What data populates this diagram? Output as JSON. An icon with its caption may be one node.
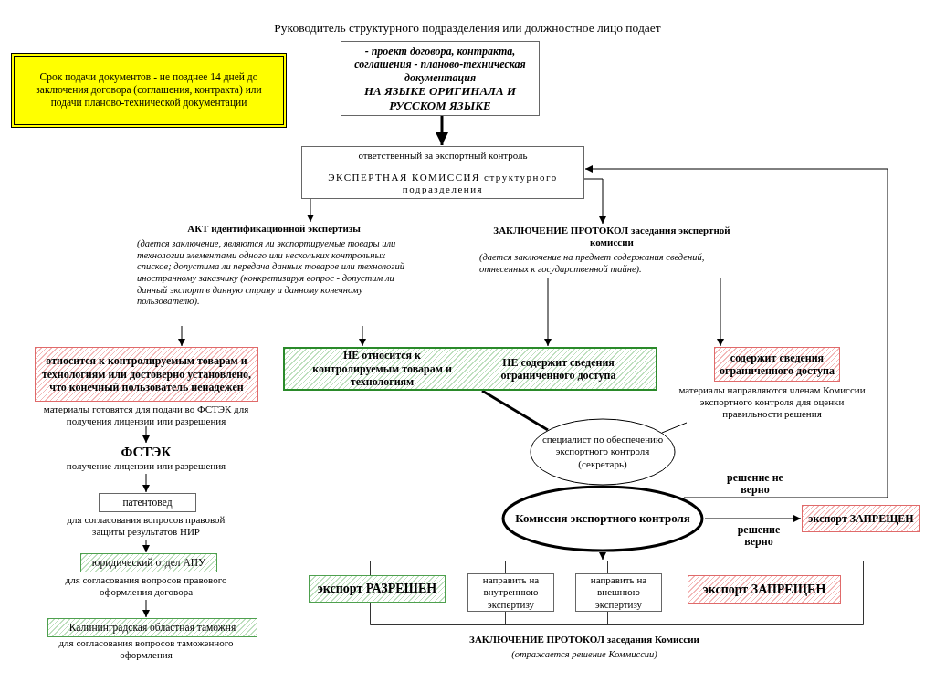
{
  "diagram": {
    "title": "Руководитель структурного подразделения или должностное лицо подает",
    "nodes": [
      {
        "text": [
          "Срок подачи документов - не позднее 14 дней до заключения договора (соглашения, контракта) или подачи планово-технической документации"
        ]
      },
      {
        "text": [
          "- проект договора, контракта, соглашения - планово-техническая документация",
          "НА ЯЗЫКЕ ОРИГИНАЛА И РУССКОМ ЯЗЫКЕ"
        ]
      },
      {
        "text": [
          "ответственный за экспортный контроль",
          "ЭКСПЕРТНАЯ КОМИССИЯ структурного подразделения"
        ]
      },
      {
        "text": [
          "АКТ идентификационной экспертизы",
          "(дается заключение, являются ли экспортируемые товары или технологии элементами одного или нескольких контрольных списков; допустима ли передача данных товаров или технологий иностранному заказчику (конкретизируя вопрос - допустим ли данный экспорт в данную страну и данному конечному пользователю)."
        ]
      },
      {
        "text": [
          "ЗАКЛЮЧЕНИЕ ПРОТОКОЛ заседания экспертной комиссии",
          "(дается заключение на предмет содержания сведений, отнесенных к государственной тайне)."
        ]
      },
      {
        "text": [
          "относится к контролируемым товарам и технологиям или достоверно установлено, что конечный пользователь ненадежен"
        ],
        "beside": [
          "материалы готовятся для подачи во ФСТЭК для получения лицензии или разрешения"
        ]
      },
      {
        "text": [
          "НЕ относится к контролируемым товарам и технологиям",
          "НЕ содержит сведения ограниченного доступа"
        ]
      },
      {
        "text": [
          "содержит сведения ограниченного доступа"
        ],
        "beside": [
          "материалы направляются членам Комиссии экспортного контроля для оценки правильности решения"
        ]
      },
      {
        "text": [
          "ФСТЭК",
          "получение лицензии или разрешения"
        ]
      },
      {
        "text": [
          "патентовед"
        ],
        "beside": [
          "для согласования вопросов правовой защиты результатов НИР"
        ]
      },
      {
        "text": [
          "юридический отдел АПУ"
        ],
        "beside": [
          "для согласования вопросов правового оформления договора"
        ]
      },
      {
        "text": [
          "Калининградская областная таможня"
        ],
        "beside": [
          "для согласования вопросов таможенного оформления"
        ]
      },
      {
        "text": [
          "специалист по обеспечению экспортного контроля",
          "(секретарь)"
        ]
      },
      {
        "text": [
          "Комиссия экспортного контроля"
        ]
      },
      {
        "text": [
          "экспорт ЗАПРЕЩЕН"
        ]
      },
      {
        "text": [
          "ЗАКЛЮЧЕНИЕ ПРОТОКОЛ заседания Комиссии",
          "(отражается решение Коммиссии)"
        ]
      },
      {
        "text": [
          "экспорт РАЗРЕШЕН"
        ],
        "in": 15
      },
      {
        "text": [
          "направить на внутреннюю экспертизу"
        ],
        "in": 15
      },
      {
        "text": [
          "направить на внешнюю экспертизу"
        ],
        "in": 15
      },
      {
        "text": [
          "экспорт ЗАПРЕЩЕН"
        ],
        "in": 15
      }
    ],
    "edges": [
      {
        "from": 1,
        "to": 2,
        "arrow": "to",
        "style": "thick"
      },
      {
        "from": 2,
        "to": 3,
        "arrow": "to"
      },
      {
        "from": 2,
        "to": 4,
        "arrow": "to"
      },
      {
        "from": 3,
        "to": 5,
        "arrow": "to"
      },
      {
        "from": 3,
        "to": 6,
        "arrow": "to"
      },
      {
        "from": 4,
        "to": 6,
        "arrow": "to"
      },
      {
        "from": 4,
        "to": 7,
        "arrow": "to"
      },
      {
        "from": 5,
        "to": 8,
        "arrow": "to"
      },
      {
        "from": 8,
        "to": 9,
        "arrow": "to"
      },
      {
        "from": 9,
        "to": 10,
        "arrow": "to"
      },
      {
        "from": 10,
        "to": 11,
        "arrow": "to"
      },
      {
        "from": 6,
        "to": 12,
        "arrow": "none",
        "style": "thick"
      },
      {
        "from": 7,
        "to": 12,
        "arrow": "none"
      },
      {
        "from": 13,
        "to": 2,
        "arrow": "to",
        "label": "решение не верно"
      },
      {
        "from": 13,
        "to": 14,
        "arrow": "to",
        "label": "решение верно"
      },
      {
        "from": 13,
        "to": 15,
        "arrow": "to"
      }
    ]
  }
}
